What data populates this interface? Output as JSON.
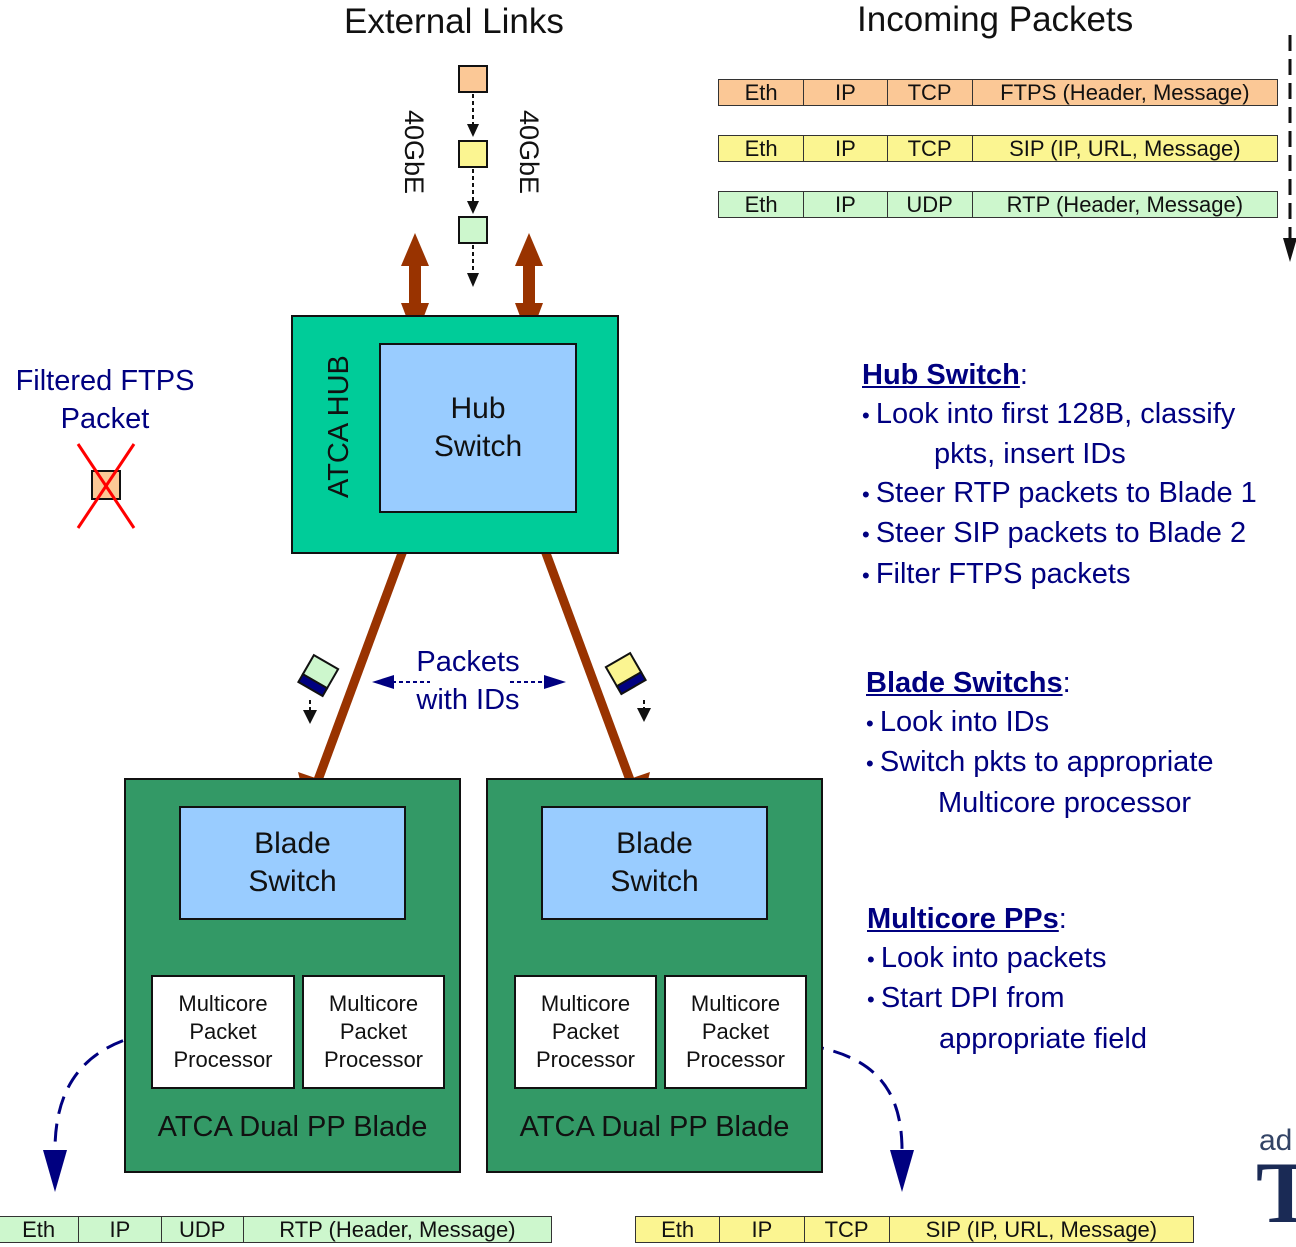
{
  "titles": {
    "external_links": "External Links",
    "incoming_packets": "Incoming Packets"
  },
  "incoming_rows": [
    {
      "color": "#fbc896",
      "cells": [
        "Eth",
        "IP",
        "TCP",
        "FTPS (Header, Message)"
      ]
    },
    {
      "color": "#fbf591",
      "cells": [
        "Eth",
        "IP",
        "TCP",
        "SIP (IP, URL, Message)"
      ]
    },
    {
      "color": "#cdf7cd",
      "cells": [
        "Eth",
        "IP",
        "UDP",
        "RTP (Header, Message)"
      ]
    }
  ],
  "link_labels": {
    "left": "40GbE",
    "right": "40GbE"
  },
  "hub": {
    "label": "ATCA HUB",
    "switch": [
      "Hub",
      "Switch"
    ]
  },
  "filtered": {
    "line1": "Filtered FTPS",
    "line2": "Packet"
  },
  "packets_with_ids": [
    "Packets",
    "with IDs"
  ],
  "blades": [
    {
      "switch": [
        "Blade",
        "Switch"
      ],
      "processors": [
        [
          "Multicore",
          "Packet",
          "Processor"
        ],
        [
          "Multicore",
          "Packet",
          "Processor"
        ]
      ],
      "label": "ATCA Dual PP Blade"
    },
    {
      "switch": [
        "Blade",
        "Switch"
      ],
      "processors": [
        [
          "Multicore",
          "Packet",
          "Processor"
        ],
        [
          "Multicore",
          "Packet",
          "Processor"
        ]
      ],
      "label": "ATCA Dual PP Blade"
    }
  ],
  "outgoing_rows": [
    {
      "color": "#cdf7cd",
      "cells": [
        "Eth",
        "IP",
        "UDP",
        "RTP (Header, Message)"
      ]
    },
    {
      "color": "#fbf591",
      "cells": [
        "Eth",
        "IP",
        "TCP",
        "SIP (IP, URL, Message)"
      ]
    }
  ],
  "notes": {
    "hub": {
      "heading": "Hub Switch",
      "suffix": ":",
      "bullets": [
        {
          "text": "Look into first 128B, classify",
          "cont": "pkts, insert IDs"
        },
        {
          "text": "Steer RTP packets to Blade 1"
        },
        {
          "text": "Steer SIP packets to Blade 2"
        },
        {
          "text": "Filter FTPS packets"
        }
      ]
    },
    "blade": {
      "heading": "Blade Switchs",
      "suffix": ":",
      "bullets": [
        {
          "text": "Look into IDs"
        },
        {
          "text": "Switch pkts to appropriate",
          "cont": "Multicore processor"
        }
      ]
    },
    "multicore": {
      "heading": "Multicore PPs",
      "suffix": ":",
      "bullets": [
        {
          "text": "Look into packets"
        },
        {
          "text": "Start DPI from",
          "cont": "appropriate  field"
        }
      ]
    }
  },
  "logo": {
    "small": "ad",
    "large": "T"
  },
  "colors": {
    "hub_fill": "#00cc99",
    "blade_fill": "#339966",
    "switch_fill": "#99ccff",
    "arrow_brown": "#993300",
    "navy": "#000080",
    "ftps": "#fbc896",
    "sip": "#fbf591",
    "rtp": "#cdf7cd"
  }
}
